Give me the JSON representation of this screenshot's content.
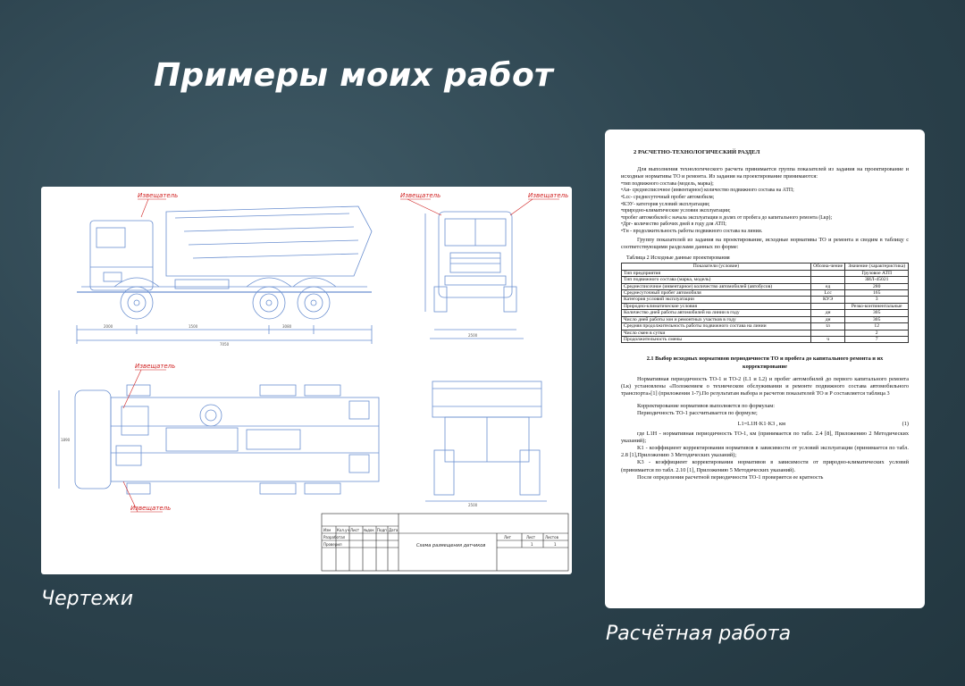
{
  "title": "Примеры моих работ",
  "captions": {
    "drawings": "Чертежи",
    "calculation": "Расчётная работа"
  },
  "drawing": {
    "labels": [
      "Извещатель",
      "Извещатель",
      "Извещатель",
      "Извещатель",
      "Извещатель"
    ],
    "stamp_title": "Схема размещения датчиков",
    "stamp_headers": [
      "Изм",
      "Кол.уч",
      "Лист",
      "№док",
      "Подп",
      "Дата"
    ],
    "stamp_rows": [
      "Разработал",
      "Проверил"
    ],
    "stamp_right": [
      "Лит",
      "Лист",
      "Листов"
    ],
    "stamp_values": [
      "1",
      "1"
    ],
    "dims": [
      "2000",
      "1500",
      "3080",
      "7050",
      "2500",
      "2500",
      "1890"
    ]
  },
  "document": {
    "heading": "2 РАСЧЕТНО-ТЕХНОЛОГИЧЕСКИЙ РАЗДЕЛ",
    "intro": "Для выполнения технологического расчета принимается группа показателей из задания на проектирование и исходные нормативы ТО и ремонта. Из задания на проектирование принимаются:",
    "bullets": [
      "•тип подвижного состава (модель, марка);",
      "•Аи- среднесписочное (инвентарное) количество подвижного состава на АТП;",
      "•Lсс- среднесуточный пробег автомобиля;",
      "•КЭУ- категория условий эксплуатации;",
      "•природно-климатические условия эксплуатации;",
      "•пробег автомобилей с начала эксплуатации в долях от пробега до капитального ремонта (Lкр);",
      "•Дрг- количество рабочих дней в году для АТП;",
      "•Тн - продолжительность работы подвижного состава на линии."
    ],
    "group_text": "Группу показателей из задания на проектирование, исходные нормативы ТО и ремонта и сводим в таблицу с соответствующими разделами данных по форме:",
    "table_caption": "Таблица 2  Исходные данные проектирования",
    "table_headers": [
      "Показатели (условие)",
      "Обозна-чение",
      "Значение (характеристика)"
    ],
    "table_rows": [
      [
        "Тип предприятия",
        "",
        "Грузовое АТП"
      ],
      [
        "Тип подвижного состава (марка, модель)",
        "",
        "ЗИЛ-45021"
      ],
      [
        "Среднесписочное (инвентарное) количество автомобилей (автобусов)",
        "ед",
        "280"
      ],
      [
        "Среднесуточный пробег автомобиля",
        "Lcc",
        "165"
      ],
      [
        "Категория условий эксплуатации",
        "КУЭ",
        "3"
      ],
      [
        "Природно-климатические условия",
        "",
        "Резко-континентальные"
      ],
      [
        "Количество дней работы автомобилей на линии в году",
        "дн",
        "305"
      ],
      [
        "Число дней работы зон и ремонтных участков в году",
        "дн",
        "305"
      ],
      [
        "Средняя продолжительность работы подвижного состава на линии",
        "tл",
        "12"
      ],
      [
        "Число смен в сутки",
        "",
        "2"
      ],
      [
        "Продолжительность смены",
        "ч",
        "7"
      ]
    ],
    "section_heading": "2.1 Выбор исходных нормативов периодичности ТО и пробега до капитального ремонта и их корректирование",
    "section_p1": "Нормативная периодичность ТО-1 и ТО-2 (L1 и L2) и пробег автомобилей до первого капитального ремонта (Lк) установлены «Положением о техническом обслуживании и ремонте подвижного состава автомобильного транспорта»[1] (приложения 1-7).По результатам выбора и расчетов показателей ТО и Р составляется таблица 3",
    "section_p2": "Корректирование нормативов выполняется по формулам:",
    "section_p3": "Периодичность ТО-1 рассчитывается по формуле;",
    "formula": "L1=L1Н·K1·K3 , км",
    "formula_num": "(1)",
    "where_lines": [
      "где L1Н - нормативная периодичность ТО-1, км  (принимается по табл. 2.4 [8], Приложению 2 Методических указаний);",
      "K1 - коэффициент корректирования нормативов в зависимости от условий эксплуатации (принимается по табл. 2.8 [1],Приложению 3 Методических указаний);",
      "K3 - коэффициент корректирования нормативов в зависимости от природно-климатических условий (принимается по табл. 2.10 [1], Приложению 5 Методических указаний).",
      "После определения расчетной периодичности ТО-1 проверяется ее кратность"
    ]
  }
}
